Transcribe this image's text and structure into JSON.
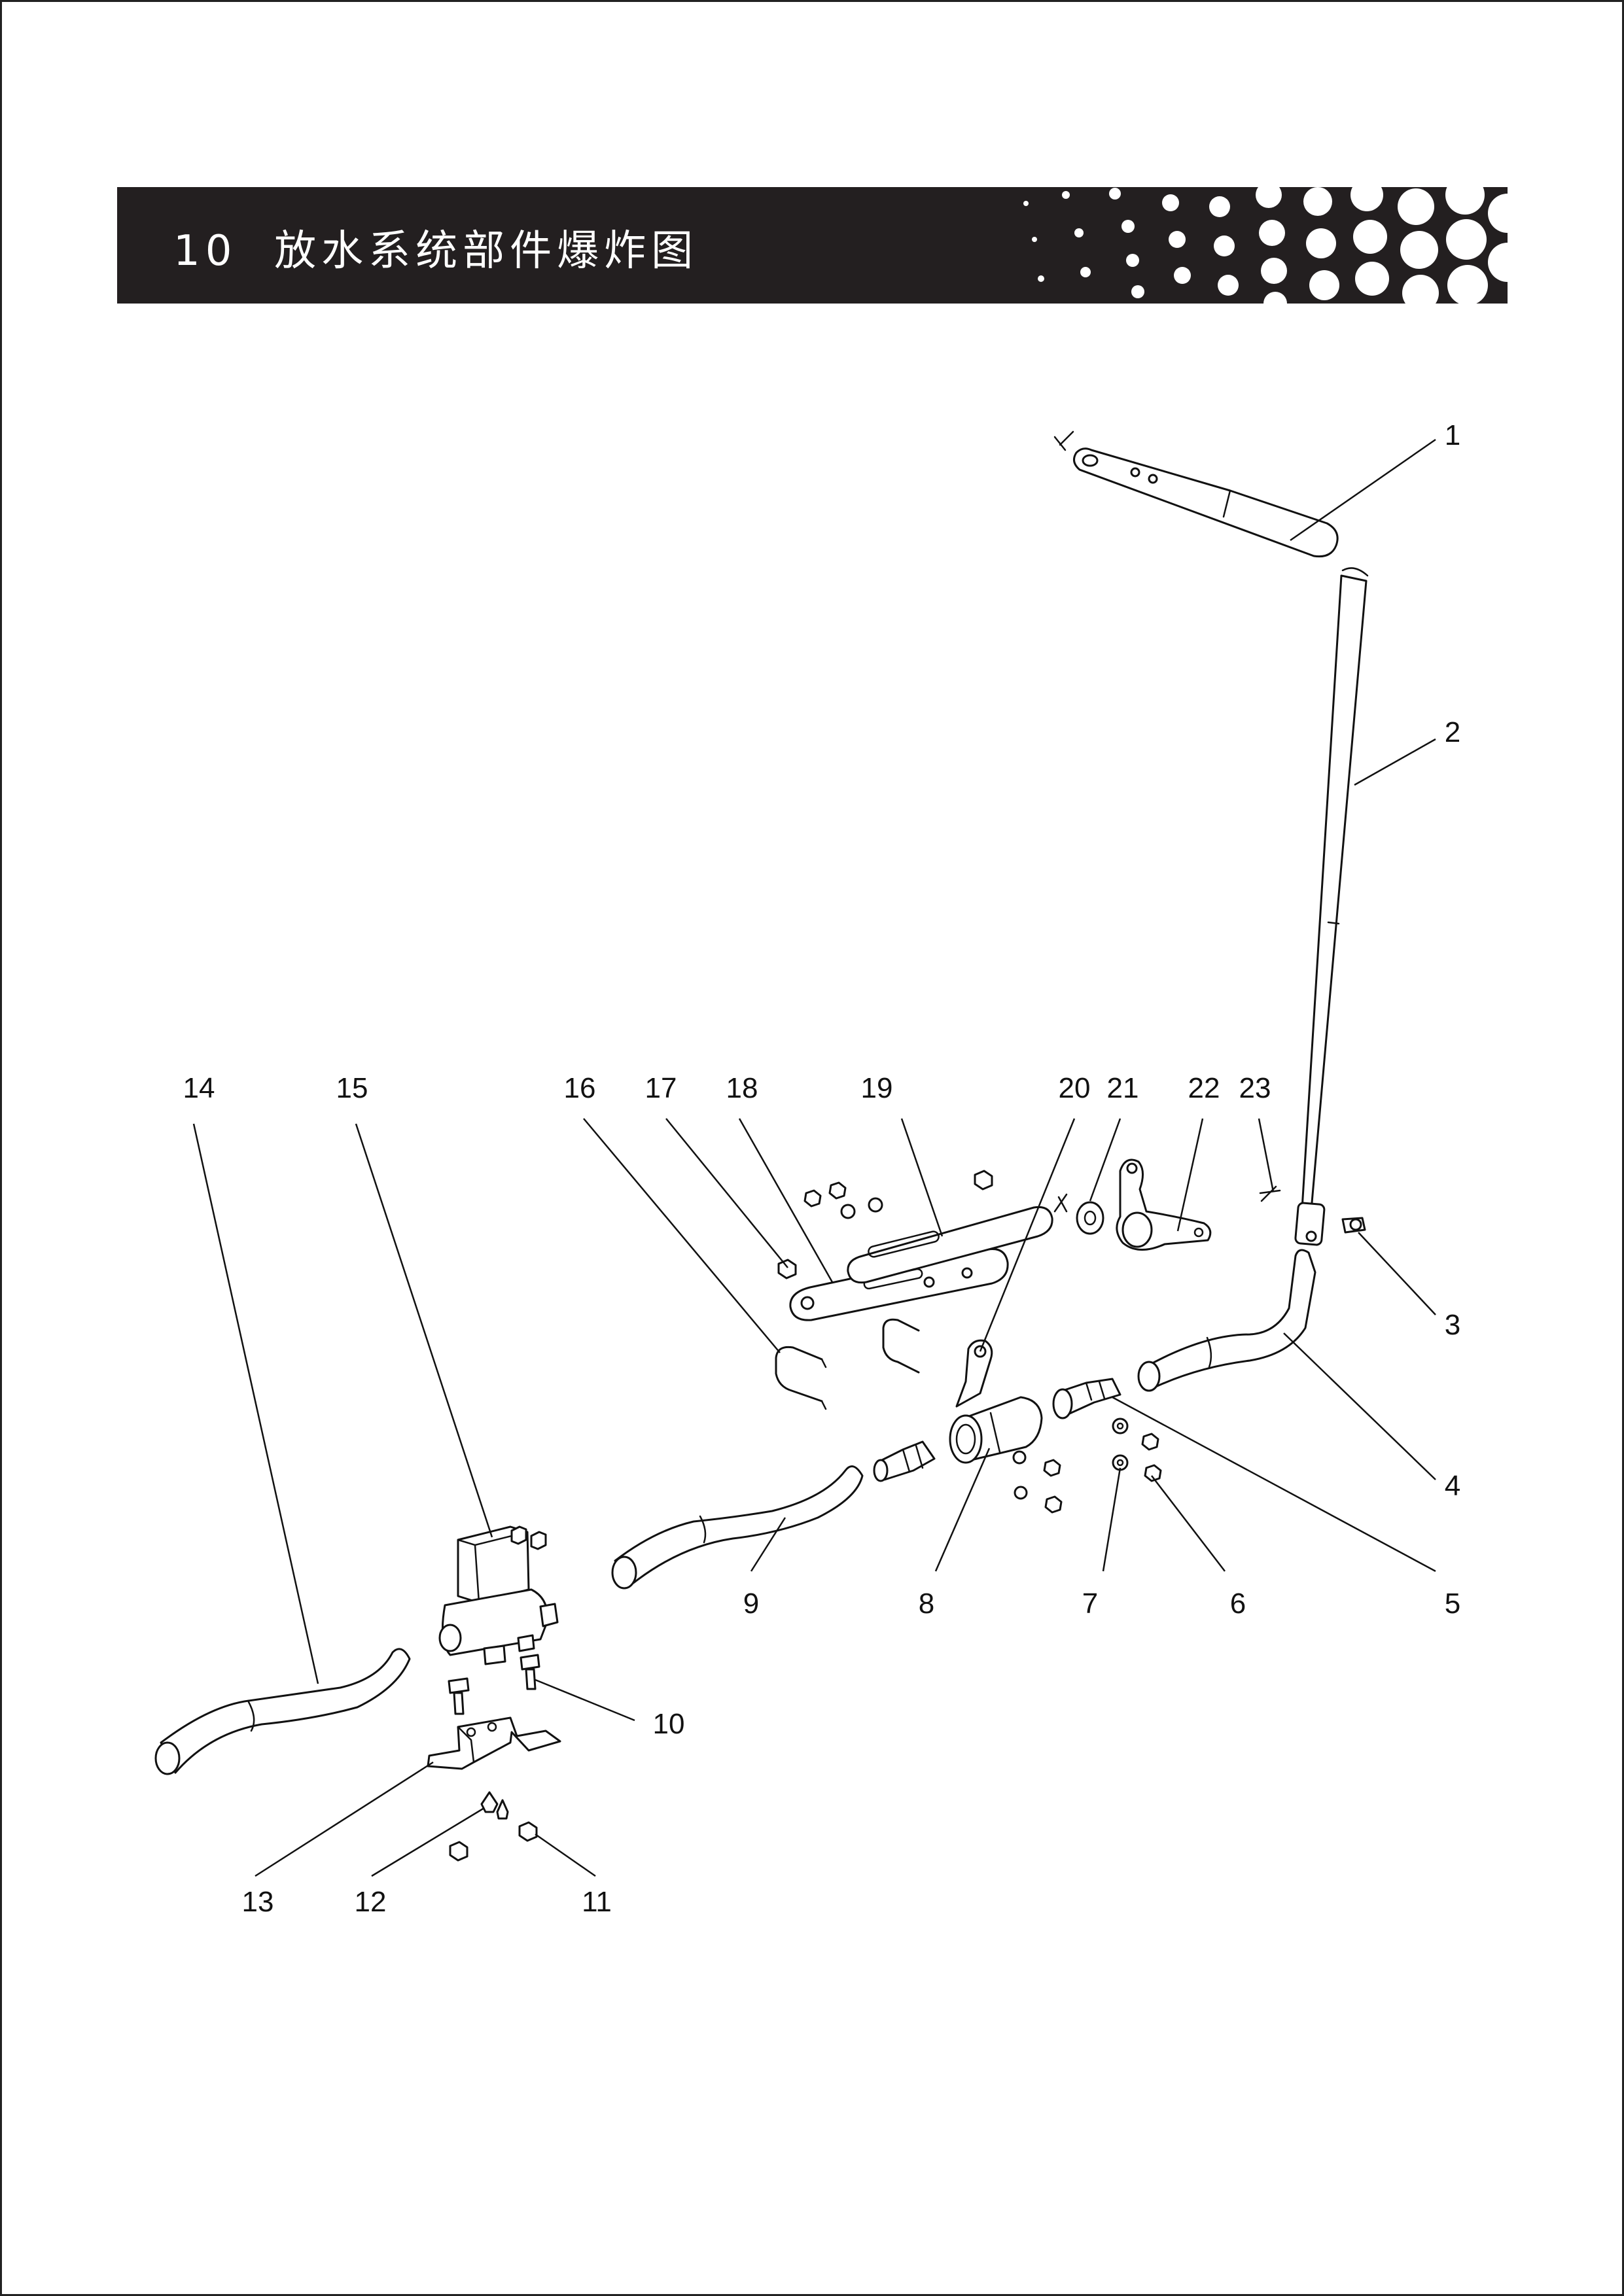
{
  "header": {
    "title": "10  放水系统部件爆炸图",
    "background": "#231f20",
    "text_color": "#ffffff"
  },
  "colors": {
    "line": "#111111",
    "paper": "#ffffff"
  },
  "callouts": [
    "1",
    "2",
    "3",
    "4",
    "5",
    "6",
    "7",
    "8",
    "9",
    "10",
    "11",
    "12",
    "13",
    "14",
    "15",
    "16",
    "17",
    "18",
    "19",
    "20",
    "21",
    "22",
    "23"
  ]
}
